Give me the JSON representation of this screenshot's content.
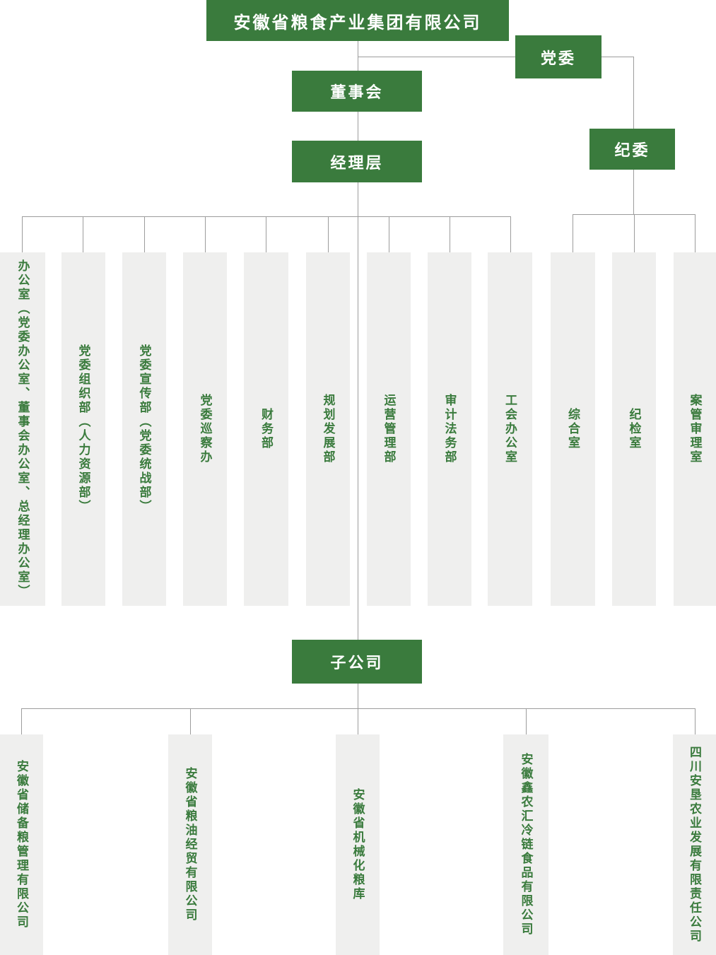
{
  "chart": {
    "type": "org-chart",
    "root": "安徽省粮食产业集团有限公司",
    "party_committee": "党委",
    "board": "董事会",
    "management": "经理层",
    "discipline_committee": "纪委",
    "subsidiaries_header": "子公司",
    "departments": [
      "办公室（党委办公室、董事会办公室、总经理办公室）",
      "党委组织部（人力资源部）",
      "党委宣传部（党委统战部）",
      "党委巡察办",
      "财务部",
      "规划发展部",
      "运营管理部",
      "审计法务部",
      "工会办公室"
    ],
    "discipline_offices": [
      "综合室",
      "纪检室",
      "案管审理室"
    ],
    "subsidiaries": [
      "安徽省储备粮管理有限公司",
      "安徽省粮油经贸有限公司",
      "安徽省机械化粮库",
      "安徽鑫农汇冷链食品有限公司",
      "四川安垦农业发展有限责任公司"
    ],
    "colors": {
      "box_green": "#3a7b3d",
      "box_gray": "#efefee",
      "text_green": "#3a7b3d",
      "text_white": "#ffffff",
      "line_gray": "#9c9c9c"
    }
  }
}
